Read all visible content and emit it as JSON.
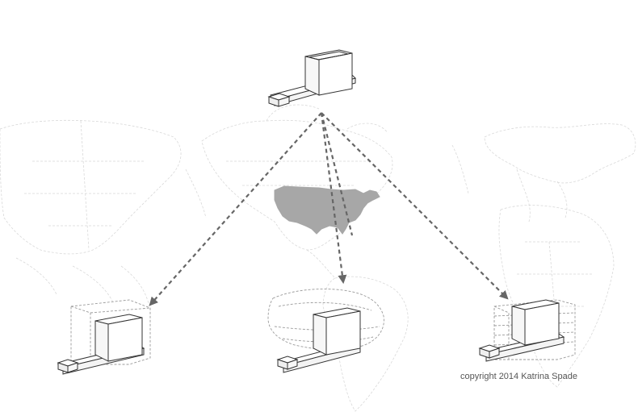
{
  "caption": {
    "text": "copyright 2014 Katrina Spade"
  },
  "colors": {
    "background": "#ffffff",
    "map_outline": "#d9d9d9",
    "usa_fill": "#a7a7a7",
    "arrow": "#666666",
    "module_stroke": "#333333",
    "dashed_context": "#9a9a9a",
    "caption_text": "#555555"
  },
  "diagram": {
    "central_element": "modular-unit-isometric",
    "highlighted_region": "united-states",
    "targets": [
      "asia-module",
      "south-america-module",
      "europe-africa-module"
    ],
    "connector": "dashed-arrow"
  }
}
